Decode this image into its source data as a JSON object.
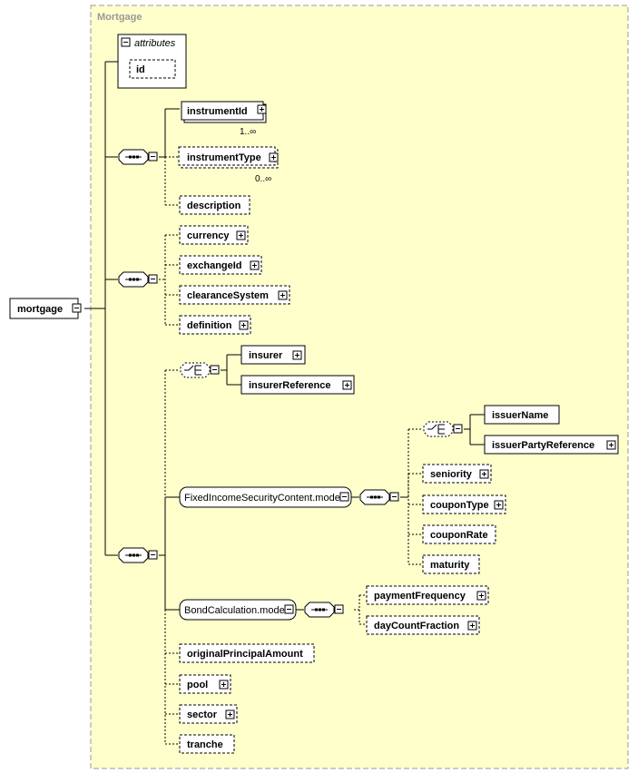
{
  "diagram": {
    "group_title": "Mortgage",
    "root": "mortgage",
    "attributes_title": "attributes",
    "attribute_id": "id",
    "group1": {
      "instrumentId": "instrumentId",
      "instrumentId_occ": "1..∞",
      "instrumentType": "instrumentType",
      "instrumentType_occ": "0..∞",
      "description": "description"
    },
    "group2": {
      "currency": "currency",
      "exchangeId": "exchangeId",
      "clearanceSystem": "clearanceSystem",
      "definition": "definition"
    },
    "group3": {
      "insurer": "insurer",
      "insurerReference": "insurerReference",
      "fixedIncomeModel": "FixedIncomeSecurityContent.model",
      "issuerName": "issuerName",
      "issuerPartyReference": "issuerPartyReference",
      "seniority": "seniority",
      "couponType": "couponType",
      "couponRate": "couponRate",
      "maturity": "maturity",
      "bondCalculationModel": "BondCalculation.model",
      "paymentFrequency": "paymentFrequency",
      "dayCountFraction": "dayCountFraction",
      "originalPrincipalAmount": "originalPrincipalAmount",
      "pool": "pool",
      "sector": "sector",
      "tranche": "tranche"
    }
  }
}
